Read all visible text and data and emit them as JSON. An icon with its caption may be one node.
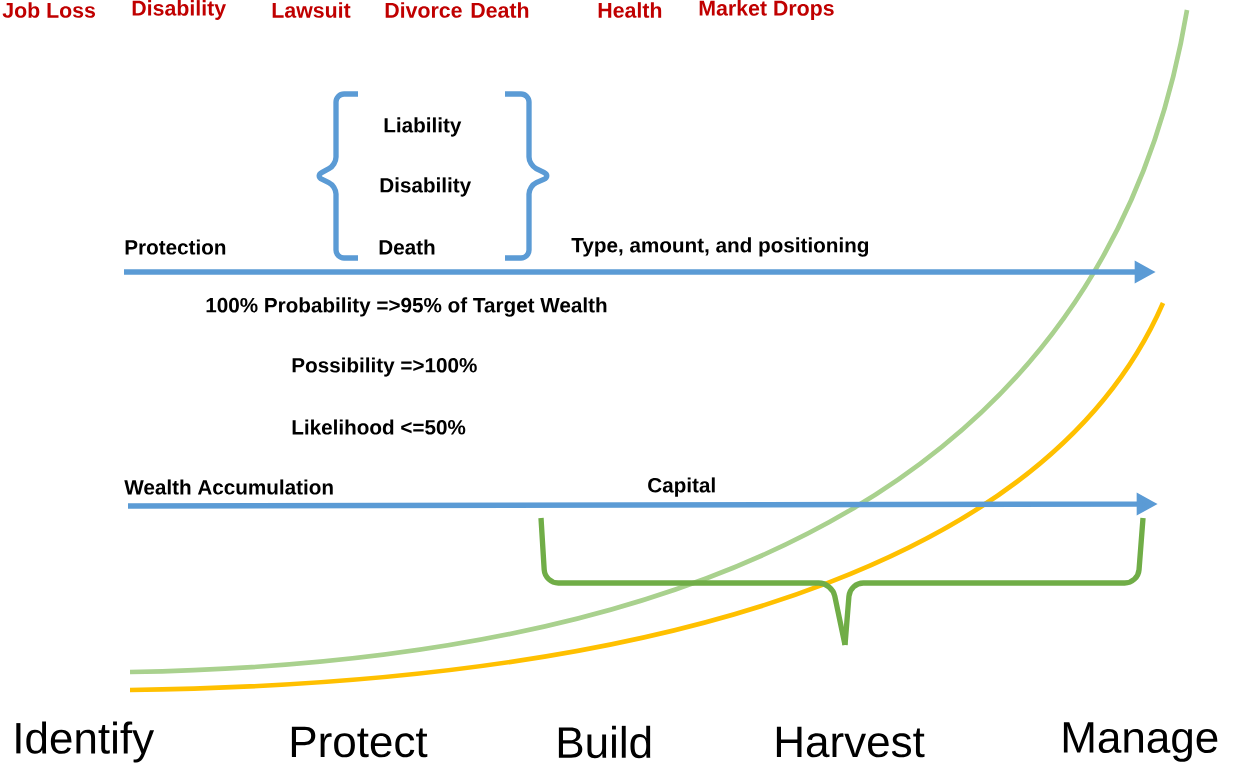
{
  "diagram": {
    "labels": [
      "Job Loss",
      "Disability",
      "Lawsuit",
      "Divorce",
      "Death",
      "Health",
      "Market Drops",
      "Liability",
      "Disability",
      "Protection",
      "Death",
      "Type, amount, and positioning",
      "100% Probability =>95% of Target Wealth",
      "Possibility =>100%",
      "Likelihood <=50%",
      "Wealth Accumulation",
      "Capital",
      "Identify",
      "Protect",
      "Build",
      "Harvest",
      "Manage"
    ]
  }
}
